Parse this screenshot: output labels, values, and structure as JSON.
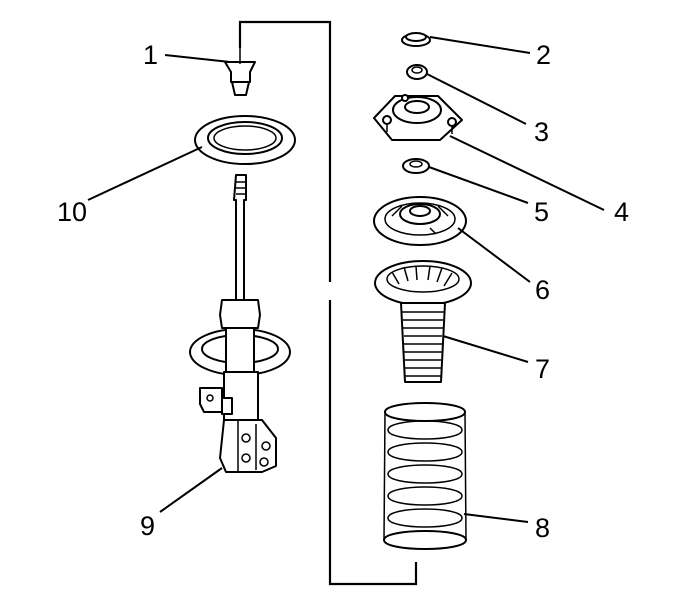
{
  "callouts": {
    "c1": "1",
    "c2": "2",
    "c3": "3",
    "c4": "4",
    "c5": "5",
    "c6": "6",
    "c7": "7",
    "c8": "8",
    "c9": "9",
    "c10": "10"
  },
  "parts": [
    {
      "callout": "1",
      "icon": "strut-nut-cap-icon"
    },
    {
      "callout": "2",
      "icon": "dust-cap-icon"
    },
    {
      "callout": "3",
      "icon": "strut-nut-icon"
    },
    {
      "callout": "4",
      "icon": "strut-mount-icon"
    },
    {
      "callout": "5",
      "icon": "washer-icon"
    },
    {
      "callout": "6",
      "icon": "upper-spring-seat-icon"
    },
    {
      "callout": "7",
      "icon": "bump-stop-boot-icon"
    },
    {
      "callout": "8",
      "icon": "coil-spring-icon"
    },
    {
      "callout": "9",
      "icon": "strut-assembly-icon"
    },
    {
      "callout": "10",
      "icon": "spring-insulator-icon"
    }
  ]
}
